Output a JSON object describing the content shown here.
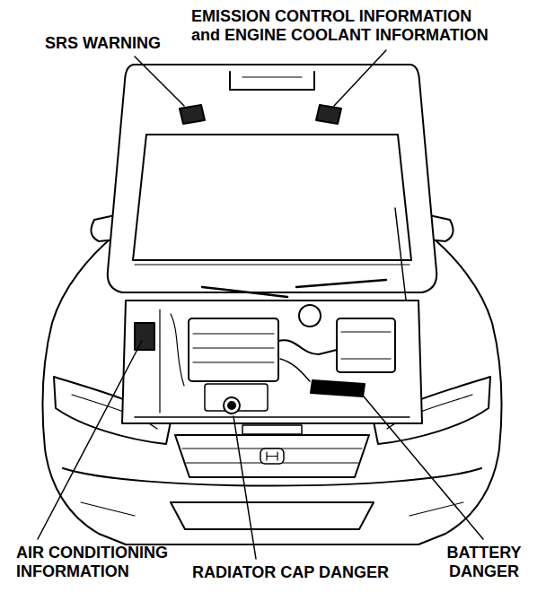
{
  "diagram": {
    "labels": [
      "SRS WARNING",
      "EMISSION CONTROL INFORMATION and ENGINE COOLANT INFORMATION",
      "AIR CONDITIONING INFORMATION",
      "RADIATOR CAP DANGER",
      "BATTERY DANGER"
    ]
  }
}
